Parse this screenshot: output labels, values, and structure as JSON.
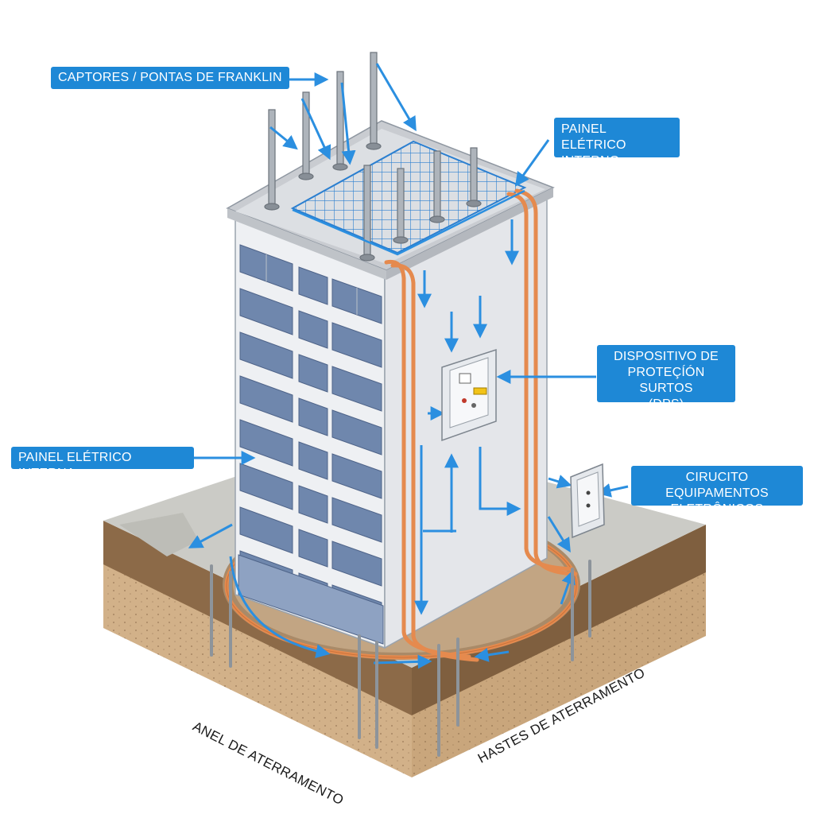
{
  "labels": {
    "captores": "CAPTORES / PONTAS DE FRANKLIN",
    "painel_interno": [
      "PAINEL ELÉTRICO",
      "INTERNO"
    ],
    "dps": [
      "DISPOSITIVO DE",
      "PROTEÇÍÓN SURTOS",
      "(DPS)"
    ],
    "painel_interna": "PAINEL ELÉTRICO INTERNA",
    "circuito": [
      "CIRUCITO EQUIPAMENTOS",
      "ELETRÔNICOS"
    ],
    "anel": "ANEL DE ATERRAMENTO",
    "hastes": "HASTES DE ATERRAMENTO"
  },
  "colors": {
    "callout_bg": "#1e88d6",
    "arrow_blue": "#2b8fe0",
    "copper": "#e58a4e",
    "soil_top": "#8b6a4a",
    "soil_mid": "#b08a62",
    "soil_light": "#d4b48c"
  }
}
